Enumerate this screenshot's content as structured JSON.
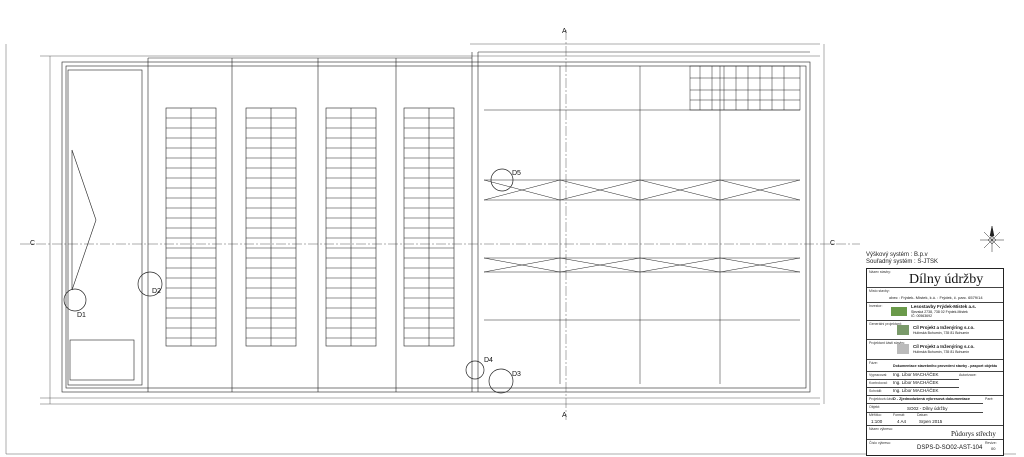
{
  "header": {
    "vertical_system": "Výškový systém : B.p.v",
    "coordinate_system": "Souřadný systém : S-JTSK"
  },
  "title_block": {
    "stamp_label": "Název stavby:",
    "building_title": "Dílny údržby",
    "location_label": "Místo stavby:",
    "location": "obec : Frýdek- Místek, k.ú. : Frýdek, č. parc. 6579/14",
    "investor_label": "Investor:",
    "investor_name": "Lesostavby Frýdek-Místek a.s.",
    "investor_address": "Slezská 2738, 738 02 Frýdek-Místek",
    "investor_ic": "IČ: 00563692",
    "general_designer_label": "Generální projektant:",
    "general_designer": "Cíl Projekt a Inženýring s.r.o.",
    "general_designer_address": "Hulínská Bohumín, 735 81 Bohumín",
    "part_designer_label": "Projektant části stavby:",
    "part_designer": "Cíl Projekt a Inženýring s.r.o.",
    "part_designer_address": "Hulínská Bohumín, 735 81 Bohumín",
    "phase_label": "Fáze:",
    "phase": "Dokumentace stavebního provedení stavby - pasport objektu",
    "people": [
      {
        "role": "Vypracoval:",
        "name": "Ing. Libor MACHÁČEK"
      },
      {
        "role": "Kontroloval:",
        "name": "Ing. Libor MACHÁČEK"
      },
      {
        "role": "Schválil:",
        "name": "Ing. Libor MACHÁČEK"
      }
    ],
    "signature_label": "Autorizace:",
    "project_part_label": "Projektová část:",
    "project_part": "D - Zjednodušená výkresová dokumentace",
    "object_label": "Objekt:",
    "object": "SO02 - Dílny údržby",
    "scale_label": "Měřítko:",
    "scale": "1:100",
    "format_label": "Formát:",
    "format": "4 A4",
    "date_label": "Datum:",
    "date": "Srpen 2015",
    "drawing_name_label": "Název výkresu:",
    "drawing_name": "Půdorys střechy",
    "drawing_number_label": "Číslo výkresu:",
    "drawing_number": "DSPS-D-SO02-AST-104",
    "revision_label": "Revize:",
    "revision": "00",
    "print_label": "Paré:"
  },
  "details": [
    "D1",
    "D2",
    "D3",
    "D4",
    "D5"
  ],
  "section_marks": [
    "A",
    "A",
    "C",
    "C"
  ]
}
